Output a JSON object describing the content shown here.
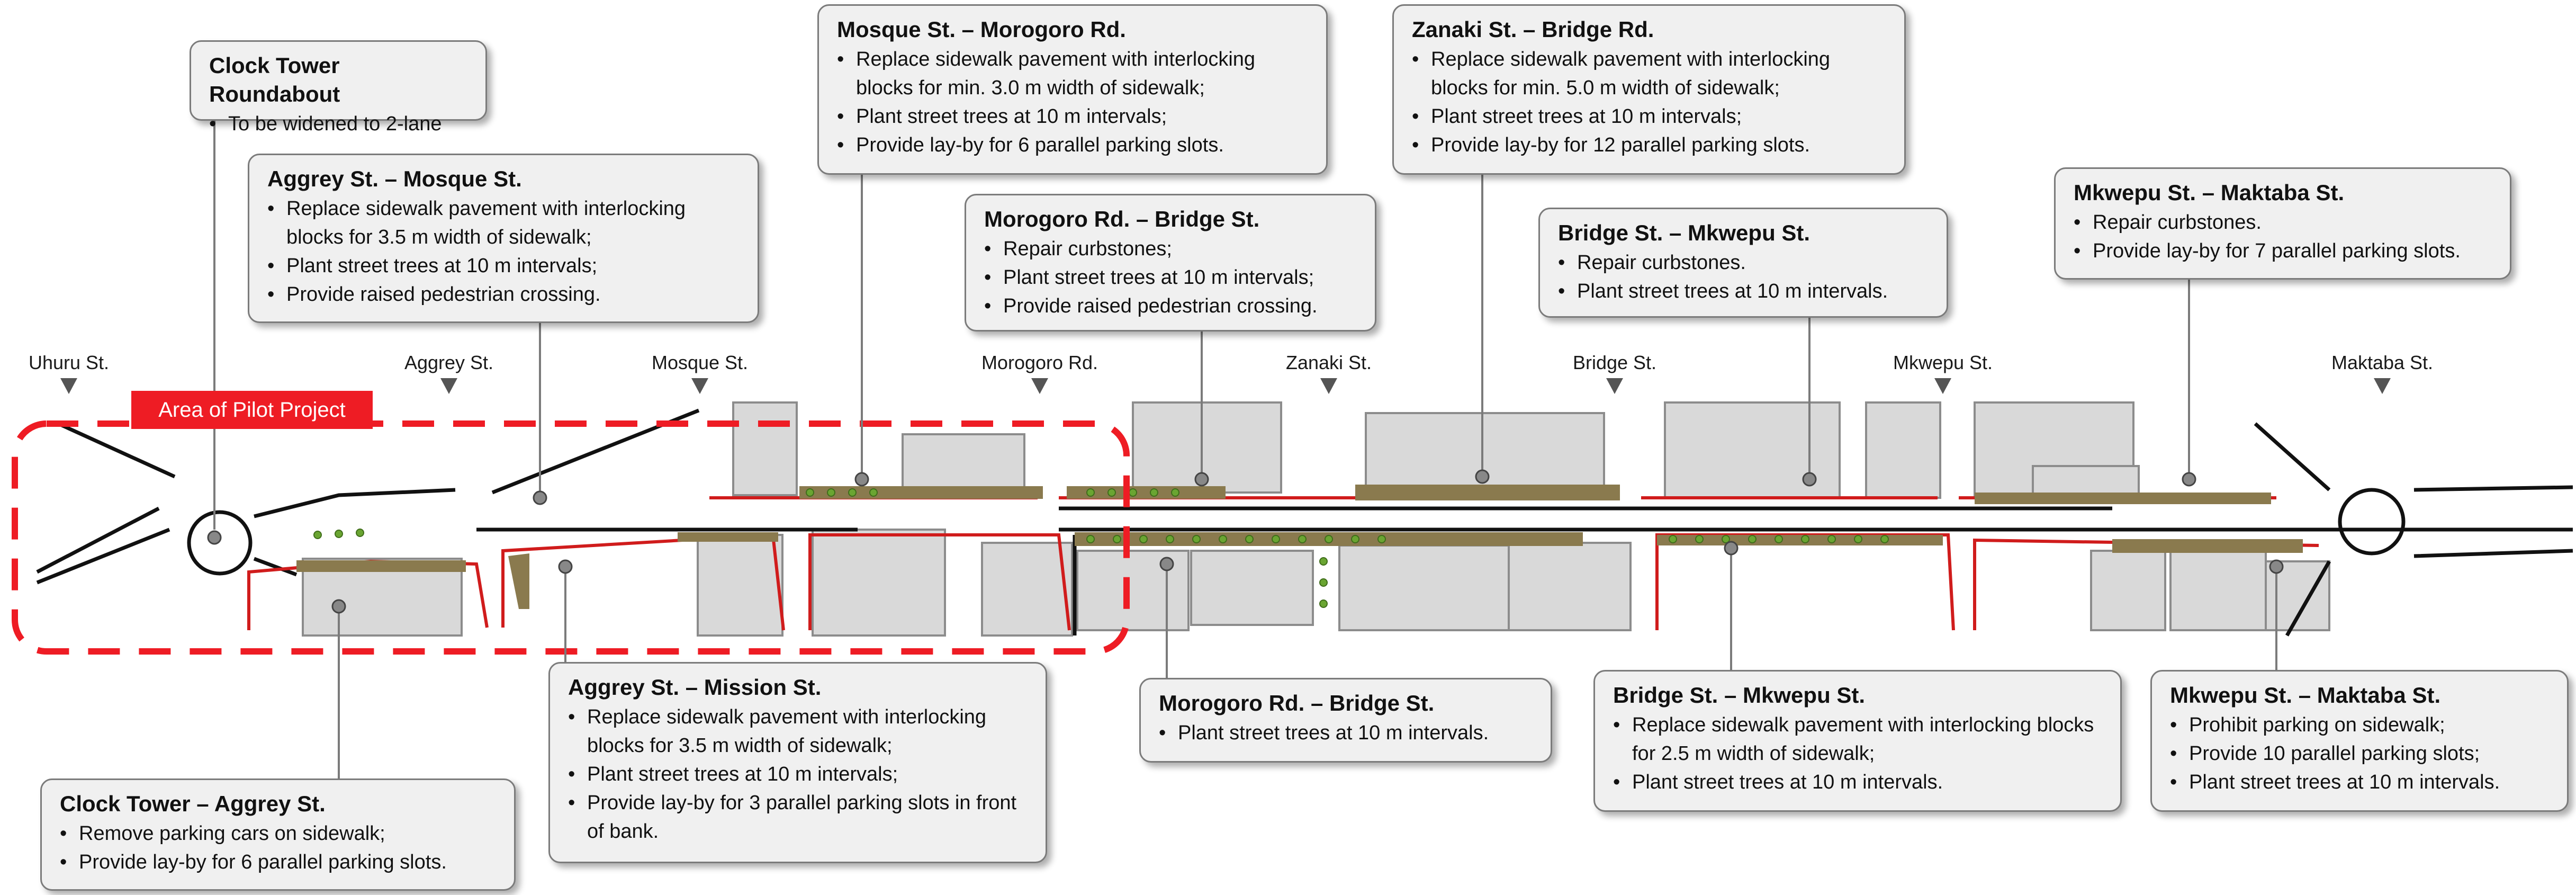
{
  "colors": {
    "accent_red": "#ee1c24",
    "sidewalk": "#8a7a4e",
    "tree": "#6aa532",
    "building": "#d9d9d9",
    "callout_bg": "#f0f0f0"
  },
  "pilot_label": "Area of Pilot Project",
  "streets": [
    {
      "id": "uhuru",
      "label": "Uhuru St."
    },
    {
      "id": "aggrey",
      "label": "Aggrey St."
    },
    {
      "id": "mosque",
      "label": "Mosque St."
    },
    {
      "id": "morogoro",
      "label": "Morogoro Rd."
    },
    {
      "id": "zanaki",
      "label": "Zanaki St."
    },
    {
      "id": "bridge",
      "label": "Bridge St."
    },
    {
      "id": "mkwepu",
      "label": "Mkwepu St."
    },
    {
      "id": "maktaba",
      "label": "Maktaba St."
    }
  ],
  "callouts": [
    {
      "id": "clock-tower-roundabout",
      "title": "Clock Tower Roundabout",
      "items": [
        "To be widened to 2-lane"
      ]
    },
    {
      "id": "aggrey-mosque",
      "title": "Aggrey St. – Mosque St.",
      "items": [
        "Replace sidewalk pavement with interlocking blocks for 3.5 m width of sidewalk;",
        "Plant street trees at 10 m intervals;",
        "Provide raised pedestrian crossing."
      ]
    },
    {
      "id": "mosque-morogoro",
      "title": "Mosque St. – Morogoro Rd.",
      "items": [
        "Replace sidewalk pavement with interlocking blocks for min. 3.0 m width of sidewalk;",
        "Plant street trees at 10 m intervals;",
        "Provide lay-by for 6 parallel parking slots."
      ]
    },
    {
      "id": "morogoro-bridge-north",
      "title": "Morogoro Rd. – Bridge St.",
      "items": [
        "Repair curbstones;",
        "Plant street trees at 10 m intervals;",
        "Provide raised pedestrian crossing."
      ]
    },
    {
      "id": "zanaki-bridge",
      "title": "Zanaki St. – Bridge Rd.",
      "items": [
        "Replace sidewalk pavement with interlocking blocks for min. 5.0 m width of sidewalk;",
        "Plant street trees at 10 m intervals;",
        "Provide lay-by for 12 parallel parking slots."
      ]
    },
    {
      "id": "bridge-mkwepu-north",
      "title": "Bridge St. – Mkwepu St.",
      "items": [
        "Repair curbstones.",
        "Plant street trees at 10 m intervals."
      ]
    },
    {
      "id": "mkwepu-maktaba-north",
      "title": "Mkwepu St. – Maktaba St.",
      "items": [
        "Repair curbstones.",
        "Provide lay-by for 7 parallel parking slots."
      ]
    },
    {
      "id": "clock-tower-aggrey",
      "title": "Clock Tower – Aggrey St.",
      "items": [
        "Remove parking cars on sidewalk;",
        "Provide lay-by for 6 parallel parking slots."
      ]
    },
    {
      "id": "aggrey-mission",
      "title": "Aggrey St. – Mission St.",
      "items": [
        "Replace sidewalk pavement with interlocking blocks for 3.5 m width of sidewalk;",
        "Plant street trees at 10 m intervals;",
        "Provide lay-by for 3 parallel parking slots in front of bank."
      ]
    },
    {
      "id": "morogoro-bridge-south",
      "title": "Morogoro Rd. – Bridge St.",
      "items": [
        "Plant street trees at 10 m intervals."
      ]
    },
    {
      "id": "bridge-mkwepu-south",
      "title": "Bridge St. – Mkwepu St.",
      "items": [
        "Replace sidewalk pavement with interlocking blocks for 2.5 m width of sidewalk;",
        "Plant street trees at 10 m intervals."
      ]
    },
    {
      "id": "mkwepu-maktaba-south",
      "title": "Mkwepu St. – Maktaba St.",
      "items": [
        "Prohibit parking on sidewalk;",
        "Provide 10 parallel parking slots;",
        "Plant street trees at 10 m intervals."
      ]
    }
  ]
}
